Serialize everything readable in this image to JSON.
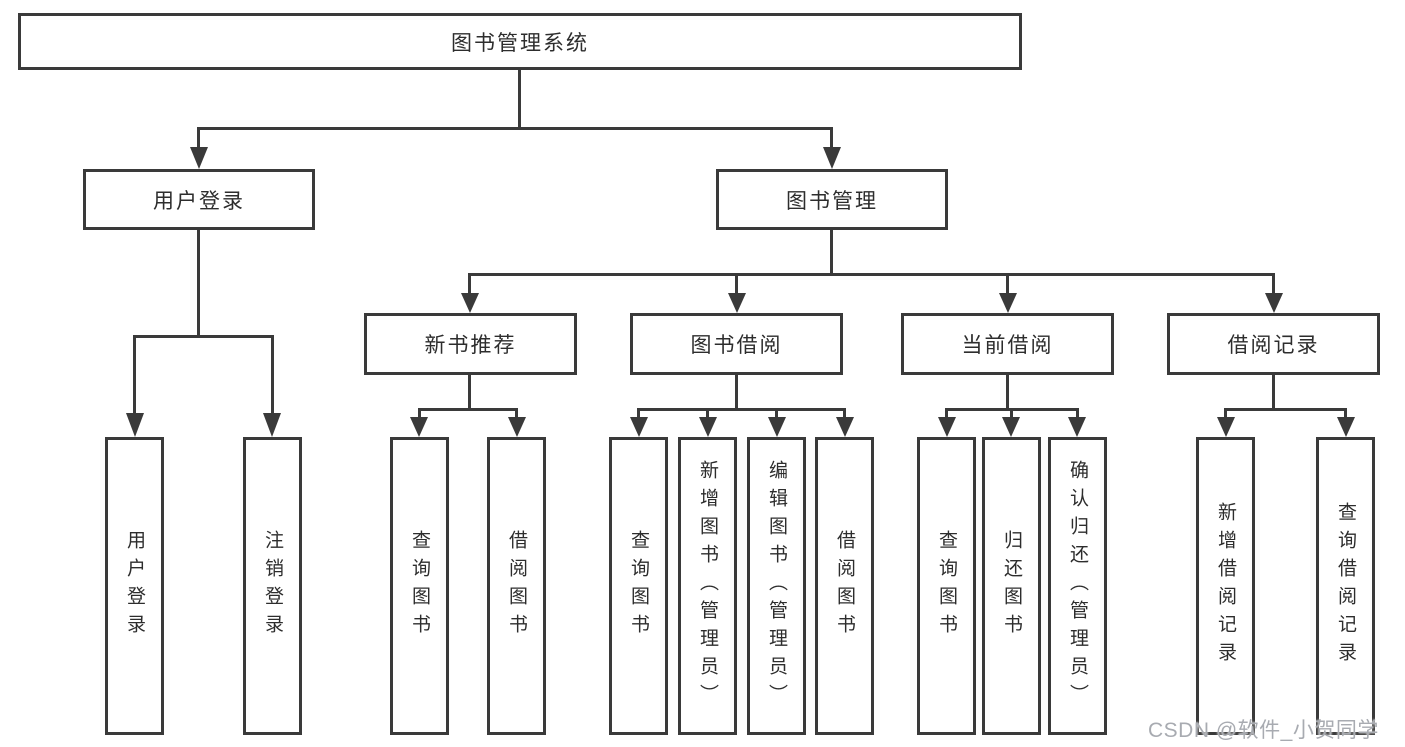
{
  "nodes": {
    "root": "图书管理系统",
    "user_login": "用户登录",
    "book_mgmt": "图书管理",
    "leaf_user_login": "用户登录",
    "leaf_logout": "注销登录",
    "new_book_rec": "新书推荐",
    "book_borrow": "图书借阅",
    "current_borrow": "当前借阅",
    "borrow_records": "借阅记录",
    "nb_query_books": "查询图书",
    "nb_borrow_books": "借阅图书",
    "bb_query_books": "查询图书",
    "bb_add_books": "新增图书（管理员）",
    "bb_edit_books": "编辑图书（管理员）",
    "bb_borrow_books": "借阅图书",
    "cb_query_books": "查询图书",
    "cb_return_books": "归还图书",
    "cb_confirm_return": "确认归还（管理员）",
    "br_add_record": "新增借阅记录",
    "br_query_record": "查询借阅记录"
  },
  "watermark": "CSDN @软件_小贺同学",
  "colors": {
    "line": "#3a3a3a",
    "text": "#2d2d2d",
    "watermark": "#a8abb1",
    "background": "#ffffff"
  }
}
